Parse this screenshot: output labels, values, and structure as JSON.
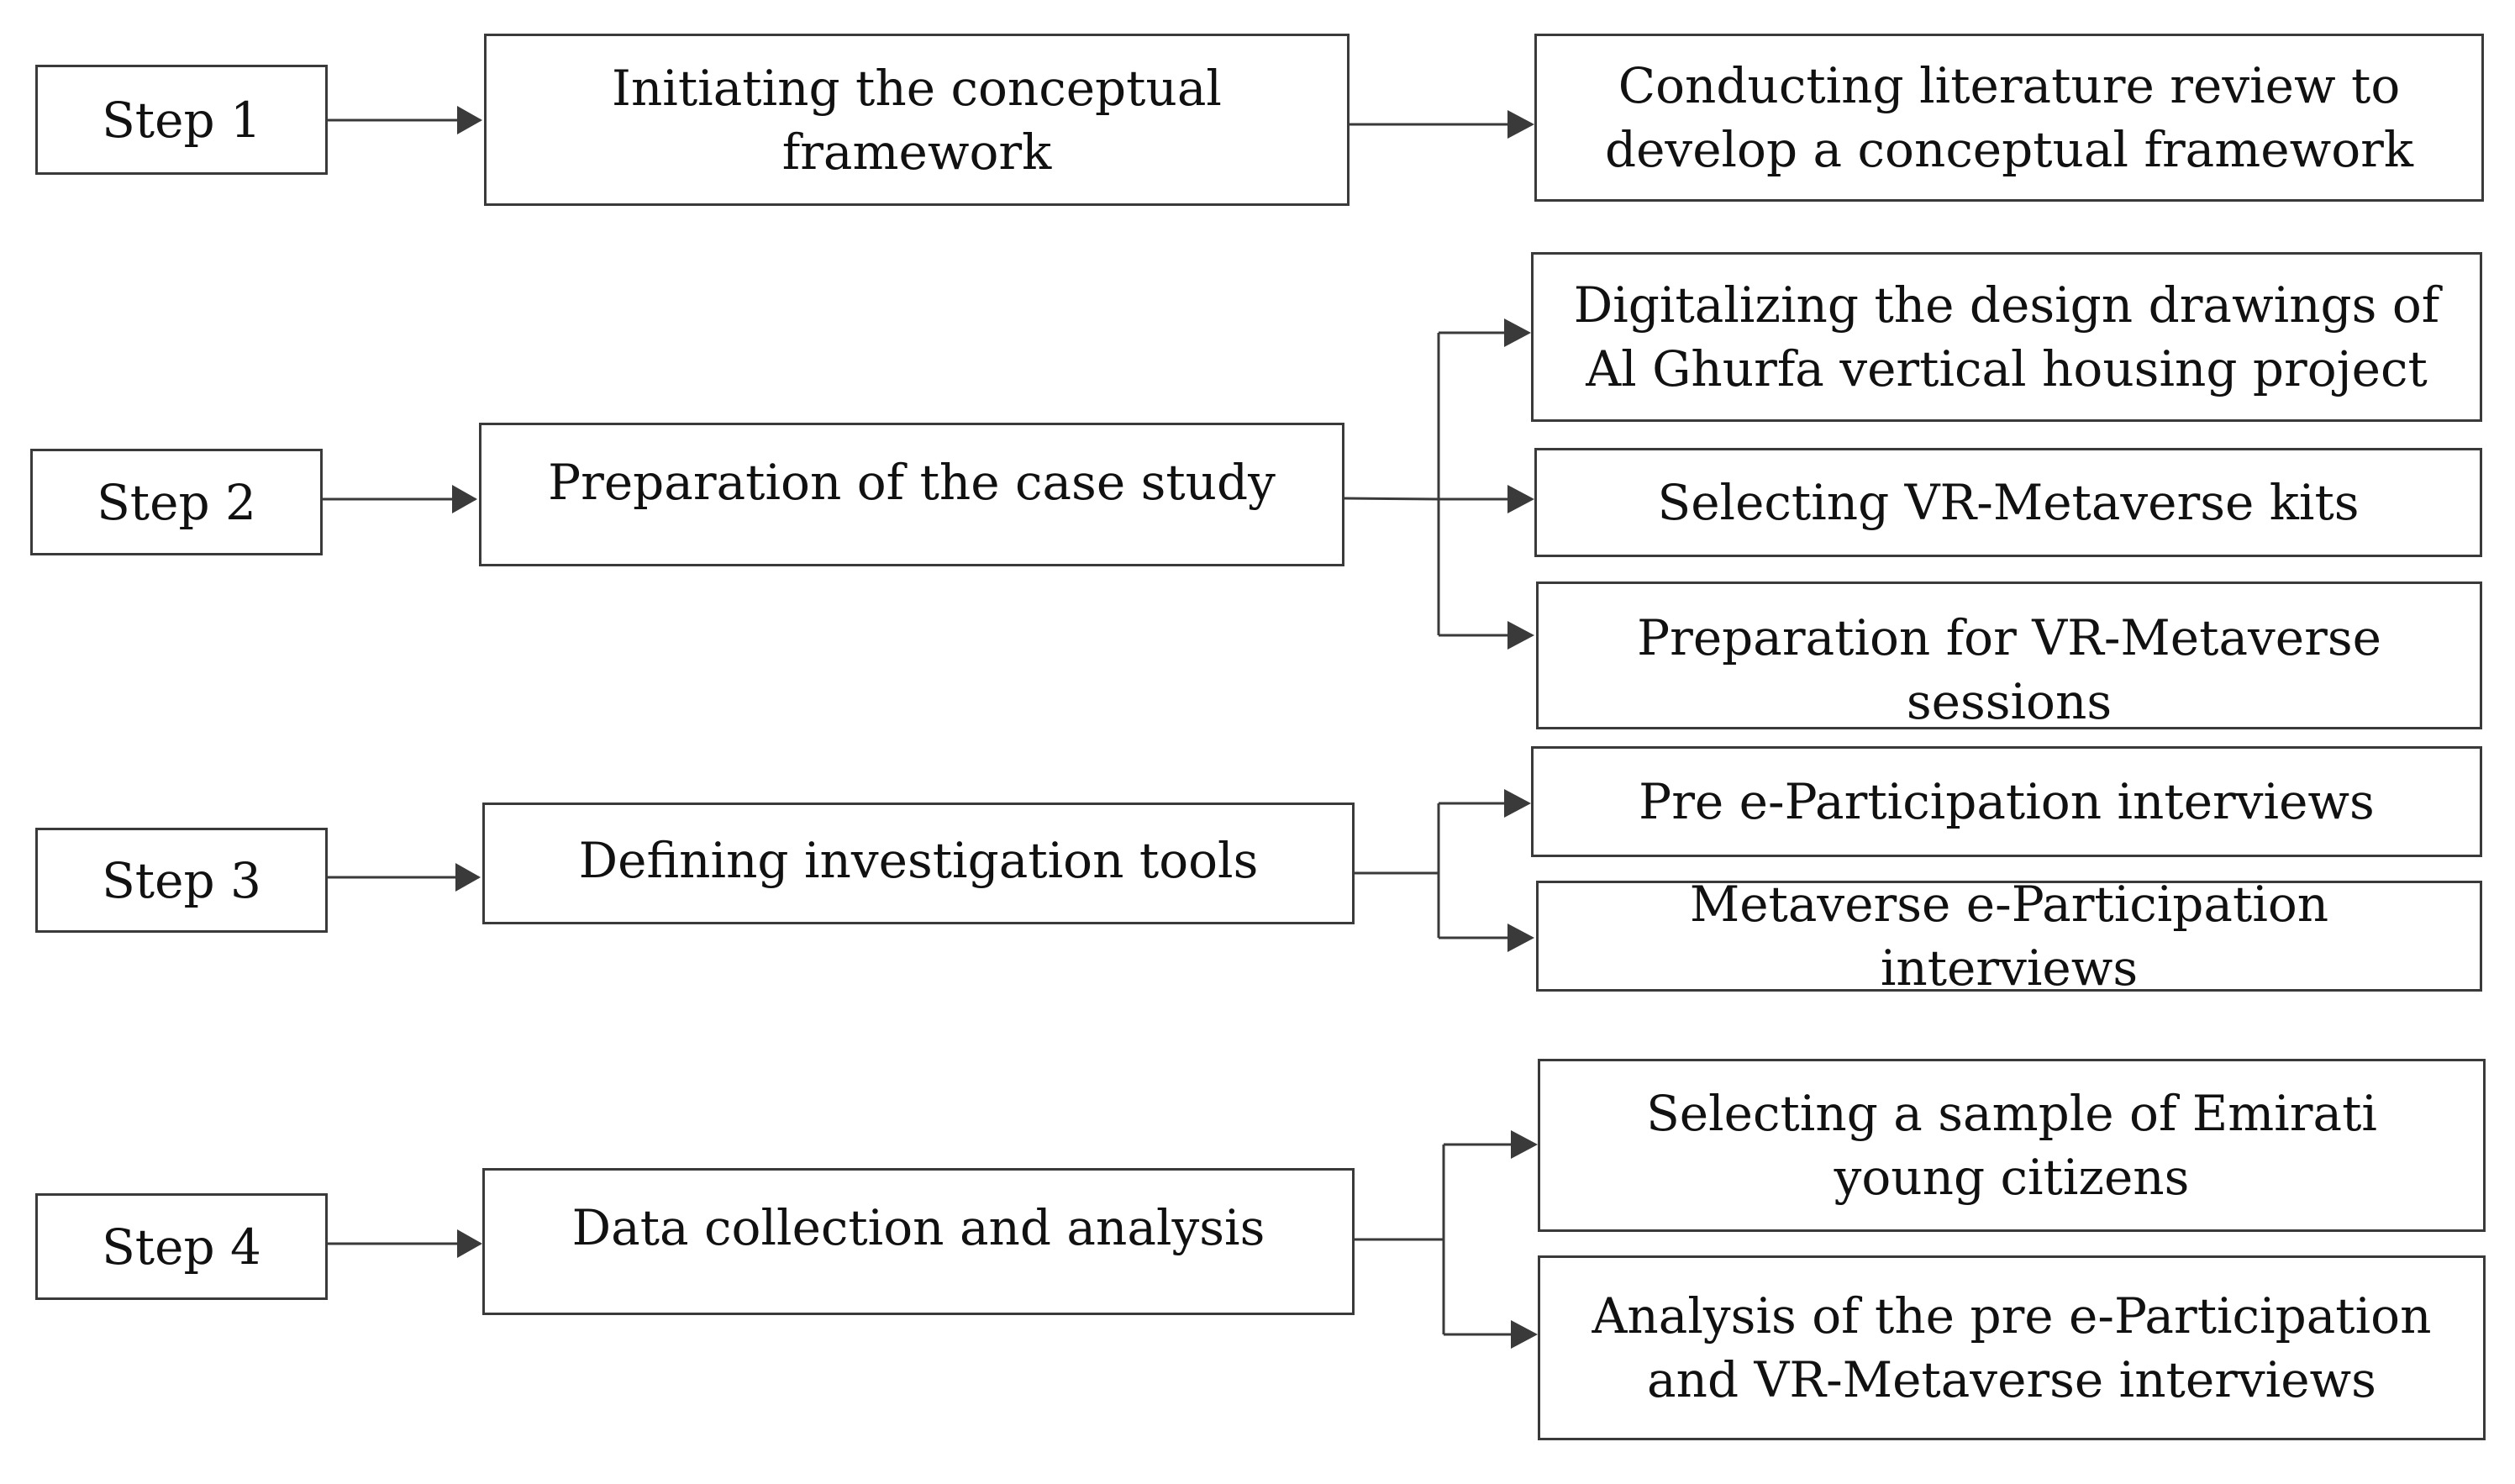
{
  "steps": [
    {
      "label": "Step 1",
      "task": "Initiating the conceptual framework",
      "outputs": [
        "Conducting literature review to develop a conceptual framework"
      ]
    },
    {
      "label": "Step 2",
      "task": "Preparation of the case study",
      "outputs": [
        "Digitalizing the design drawings of Al Ghurfa vertical housing project",
        "Selecting VR-Metaverse kits",
        "Preparation for VR-Metaverse sessions"
      ]
    },
    {
      "label": "Step 3",
      "task": "Defining investigation tools",
      "outputs": [
        "Pre e-Participation interviews",
        "Metaverse e-Participation interviews"
      ]
    },
    {
      "label": "Step 4",
      "task": "Data collection and analysis",
      "outputs": [
        "Selecting a sample of Emirati young citizens",
        "Analysis of the pre e-Participation and VR-Metaverse interviews"
      ]
    }
  ]
}
